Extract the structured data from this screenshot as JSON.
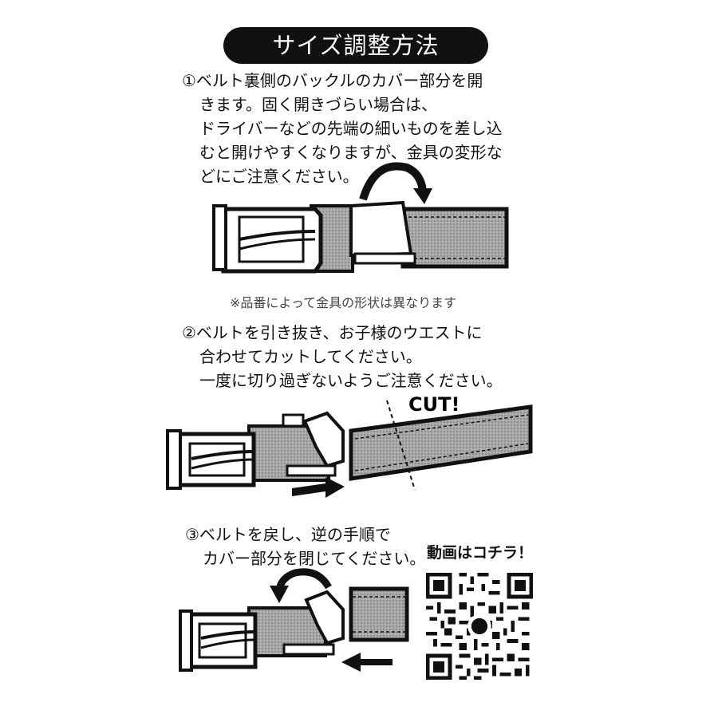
{
  "title": "サイズ調整方法",
  "step1": {
    "lines": [
      "①ベルト裏側のバックルのカバー部分を開",
      "きます。固く開きづらい場合は、",
      "ドライバーなどの先端の細いものを差し込",
      "むと開けやすくなりますが、金具の変形な",
      "どにご注意ください。"
    ]
  },
  "note": "※品番によって金具の形状は異なります",
  "step2": {
    "lines": [
      "②ベルトを引き抜き、お子様のウエストに",
      "合わせてカットしてください。",
      "一度に切り過ぎないようご注意ください。"
    ]
  },
  "cut_label": "CUT!",
  "step3": {
    "lines": [
      "③ベルトを戻し、逆の手順で",
      "カバー部分を閉じてください。"
    ]
  },
  "video_label": "動画はコチラ！",
  "colors": {
    "ink": "#111111",
    "belt_fill": "#9a9a9a",
    "paper": "#ffffff"
  }
}
